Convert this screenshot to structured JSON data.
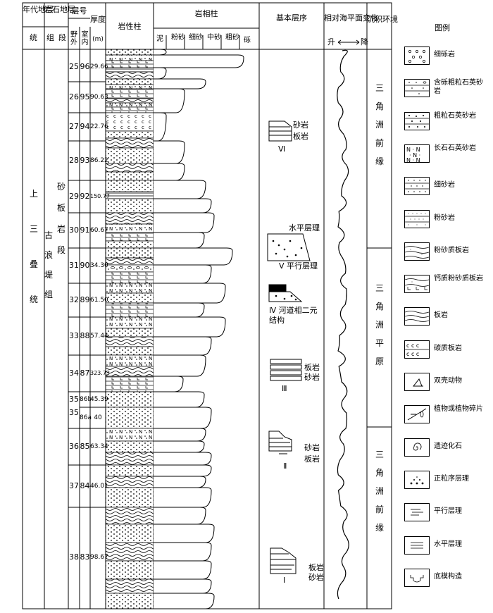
{
  "header": {
    "niandai": "年代地层",
    "yanshi": "岩石地层",
    "cenghao": "层号",
    "houdu": "厚度",
    "houdu_unit": "(m)",
    "yexing": "岩性柱",
    "yanxiang": "岩相柱",
    "jiben": "基本层序",
    "haiping": "相对海平面变化",
    "sheng": "升",
    "jiang": "降",
    "chenji": "沉积环境",
    "tuli": "图例",
    "tong": "统",
    "zu": "组",
    "duan": "段",
    "yewai": "野外",
    "shinei": "室内",
    "grain": [
      "泥",
      "粉砂",
      "细砂",
      "中砂",
      "粗砂",
      "砾"
    ]
  },
  "strat": {
    "tong": "上三叠统",
    "zu": "古浪堤组",
    "duan": "砂板岩段"
  },
  "layers": [
    {
      "ye": "25",
      "shi": "96",
      "h": "29.66"
    },
    {
      "ye": "26",
      "shi": "95",
      "h": "90.63"
    },
    {
      "ye": "27",
      "shi": "94",
      "h": "22.76"
    },
    {
      "ye": "28",
      "shi": "93",
      "h": "86.22"
    },
    {
      "ye": "29",
      "shi": "92",
      "h": "150.77"
    },
    {
      "ye": "30",
      "shi": "91",
      "h": "60.67"
    },
    {
      "ye": "31",
      "shi": "90",
      "h": "34.30"
    },
    {
      "ye": "32",
      "shi": "89",
      "h": "61.50"
    },
    {
      "ye": "33",
      "shi": "88",
      "h": "57.44"
    },
    {
      "ye": "34",
      "shi": "87",
      "h": "323.73"
    },
    {
      "ye": "35",
      "shi": "86b",
      "h": "45.39"
    },
    {
      "ye": "",
      "shi": "86a",
      "h": "40"
    },
    {
      "ye": "36",
      "shi": "85",
      "h": "63.34"
    },
    {
      "ye": "37",
      "shi": "84",
      "h": "46.01"
    },
    {
      "ye": "38",
      "shi": "83",
      "h": "98.67"
    }
  ],
  "sequences": {
    "s6_a": "砂岩",
    "s6_b": "板岩",
    "s6_n": "Ⅵ",
    "s5_a": "水平层理",
    "s5_b": "Ⅴ 平行层理",
    "s4": "Ⅳ 河道相二元结构",
    "s3_a": "板岩",
    "s3_b": "砂岩",
    "s3_n": "Ⅲ",
    "s2_a": "砂岩",
    "s2_b": "板岩",
    "s2_n": "Ⅱ",
    "s1_a": "板岩",
    "s1_b": "砂岩",
    "s1_n": "Ⅰ"
  },
  "environments": {
    "e1": "三角洲前缘",
    "e2": "三角洲平原",
    "e3": "三角洲前缘"
  },
  "legend": [
    {
      "icon": "gravel-sandstone-icon",
      "label": "细砾岩"
    },
    {
      "icon": "pebbly-quartz-sandstone-icon",
      "label": "含砾粗粒石英砂岩"
    },
    {
      "icon": "coarse-quartz-sandstone-icon",
      "label": "粗粒石英砂岩"
    },
    {
      "icon": "feldspar-quartz-sandstone-icon",
      "label": "长石石英砂岩"
    },
    {
      "icon": "fine-sandstone-icon",
      "label": "细砂岩"
    },
    {
      "icon": "siltstone-icon",
      "label": "粉砂岩"
    },
    {
      "icon": "silty-slate-icon",
      "label": "粉砂质板岩"
    },
    {
      "icon": "calcareous-silty-slate-icon",
      "label": "钙质粉砂质板岩"
    },
    {
      "icon": "slate-icon",
      "label": "板岩"
    },
    {
      "icon": "carbonaceous-slate-icon",
      "label": "碳质板岩"
    },
    {
      "icon": "bivalve-icon",
      "label": "双壳动物"
    },
    {
      "icon": "plant-fragment-icon",
      "label": "植物或植物碎片"
    },
    {
      "icon": "trace-fossil-icon",
      "label": "遗迹化石"
    },
    {
      "icon": "graded-bedding-icon",
      "label": "正粒序层理"
    },
    {
      "icon": "parallel-bedding-icon",
      "label": "平行层理"
    },
    {
      "icon": "horizontal-bedding-icon",
      "label": "水平层理"
    },
    {
      "icon": "sole-mark-icon",
      "label": "底模构造"
    }
  ]
}
